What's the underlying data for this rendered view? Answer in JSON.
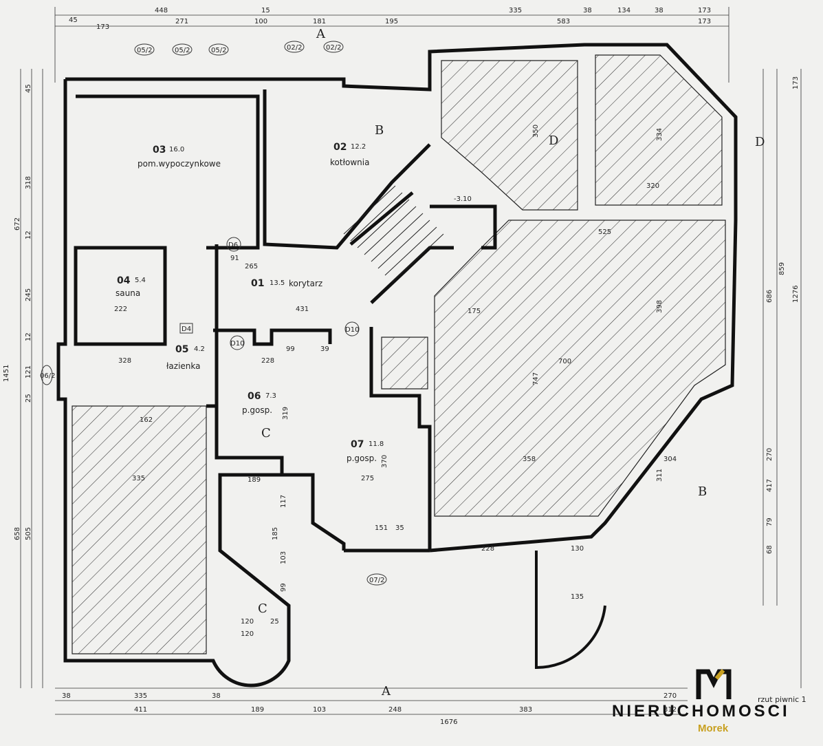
{
  "plan": {
    "rooms": [
      {
        "num": "01",
        "area": "13.5",
        "name": "korytarz"
      },
      {
        "num": "02",
        "area": "12.2",
        "name": "kotłownia"
      },
      {
        "num": "03",
        "area": "16.0",
        "name": "pom.wypoczynkowe"
      },
      {
        "num": "04",
        "area": "5.4",
        "name": "sauna"
      },
      {
        "num": "05",
        "area": "4.2",
        "name": "łazienka"
      },
      {
        "num": "06",
        "area": "7.3",
        "name": "p.gosp."
      },
      {
        "num": "07",
        "area": "11.8",
        "name": "p.gosp."
      }
    ],
    "sections": {
      "a": "A",
      "b": "B",
      "c": "C",
      "d": "D"
    },
    "level_mark": "-3.10",
    "window_tags": [
      "05/2",
      "05/2",
      "05/2",
      "02/2",
      "02/2",
      "06/2",
      "07/2"
    ],
    "door_tags": [
      "D6",
      "D4",
      "D10",
      "D10"
    ],
    "dims_top_row1": [
      "448",
      "15",
      "181",
      "195",
      "335",
      "38",
      "134",
      "38",
      "173"
    ],
    "dims_top_row2": [
      "45",
      "173",
      "271",
      "100",
      "583",
      "173"
    ],
    "dims_bottom_row1": [
      "38",
      "335",
      "38",
      "120",
      "25",
      "270"
    ],
    "dims_bottom_row2": [
      "411",
      "189",
      "103",
      "248",
      "383",
      "312"
    ],
    "dims_total": "1676",
    "dims_left": [
      "45",
      "318",
      "672",
      "12",
      "245",
      "12",
      "121",
      "25",
      "1451",
      "505",
      "658"
    ],
    "dims_right": [
      "173",
      "859",
      "1276",
      "686",
      "270",
      "417",
      "79",
      "68"
    ],
    "interior_dims": [
      "350",
      "334",
      "320",
      "525",
      "398",
      "175",
      "700",
      "747",
      "358",
      "304",
      "311",
      "228",
      "130",
      "135",
      "265",
      "431",
      "222",
      "328",
      "162",
      "335",
      "189",
      "275",
      "370",
      "319",
      "117",
      "185",
      "103",
      "99",
      "120",
      "151",
      "35",
      "91",
      "228",
      "99",
      "39"
    ]
  },
  "branding": {
    "name": "NIERUCHOMOSCI",
    "sub": "Morek",
    "accent": "#c8a020"
  },
  "sheet_label": "rzut piwnic 1"
}
